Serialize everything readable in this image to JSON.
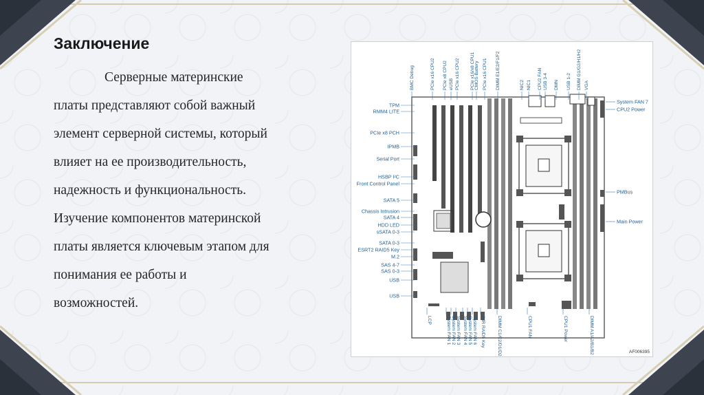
{
  "slide": {
    "title": "Заключение",
    "body_lines": [
      "Серверные материнские",
      "платы представляют собой важный",
      "элемент серверной системы, который",
      "влияет на ее производительность,",
      "надежность и функциональность.",
      "Изучение компонентов материнской",
      "платы является ключевым этапом для",
      "понимания ее работы и",
      "возможностей."
    ]
  },
  "diagram": {
    "code": "AF006395",
    "labels_left": [
      "TPM",
      "RMM4 LITE",
      "PCIe x8 PCH",
      "IPMB",
      "Serial Port",
      "HSBP I²C",
      "Front Control Panel",
      "SATA 5",
      "Chassis Intrusion",
      "SATA 4",
      "HDD LED",
      "sSATA 0-3",
      "SATA 0-3",
      "ESRT2 RAID5 Key",
      "M.2",
      "SAS 4-7",
      "SAS 0-3",
      "USB",
      "USB"
    ],
    "labels_top": [
      "BMC Debug",
      "PCIe x16 CPU2",
      "PCIe x8 CPU2",
      "eUSB",
      "PCIe x16 CPU2",
      "PCIe x16/x8 CPU1",
      "CMOS Battery",
      "PCIe x16 CPU1",
      "DIMM E1/E2/F1/F2",
      "NIC2",
      "NIC1",
      "CPU2 FAN",
      "USB 3-4",
      "DMN",
      "USB 1-2",
      "DIMM G1/G2/H1/H2",
      "VGA"
    ],
    "labels_right": [
      "System FAN 7",
      "CPU2 Power",
      "PMBus",
      "Main Power"
    ],
    "labels_bottom": [
      "LCP",
      "System FAN 1",
      "System FAN 2",
      "System FAN 3",
      "System FAN 4",
      "System FAN 5",
      "System FAN 6",
      "IMR RAID5 Key",
      "DIMM C1/C2/D1/D2",
      "CPU1 FAN",
      "CPU1 Power",
      "DIMM A1/A2/B1/B2"
    ]
  }
}
